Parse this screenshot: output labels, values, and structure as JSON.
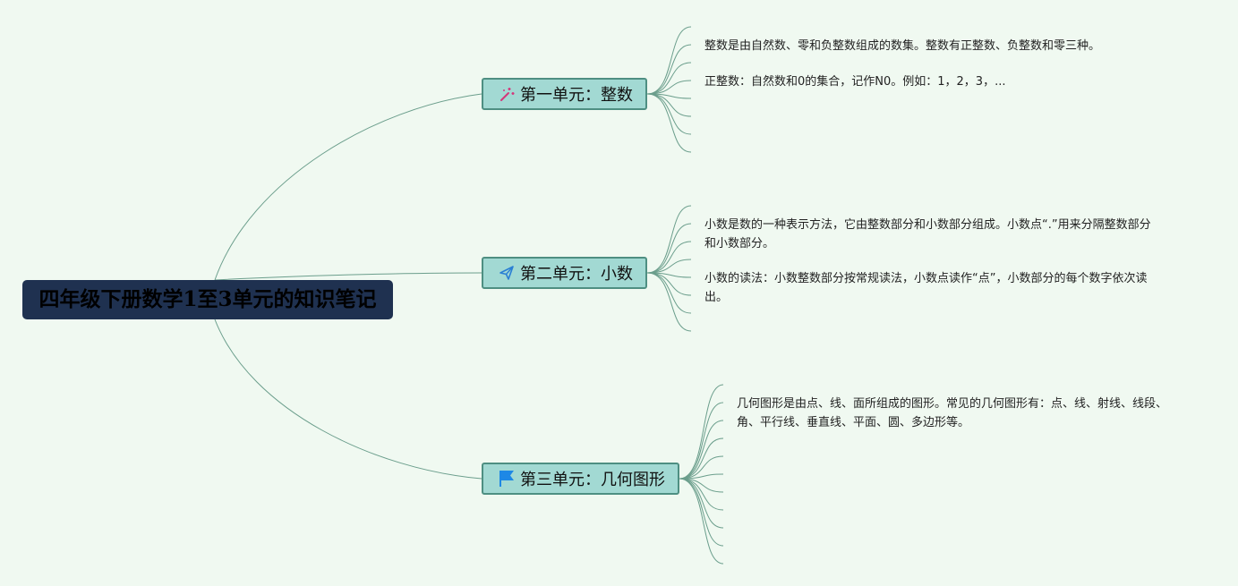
{
  "root": {
    "title": "四年级下册数学1至3单元的知识笔记"
  },
  "topics": [
    {
      "icon": "magic-wand-icon",
      "label": "第一单元：整数",
      "notes": [
        "整数是由自然数、零和负整数组成的数集。整数有正整数、负整数和零三种。",
        "正整数：自然数和0的集合，记作N0。例如：1，2，3，..."
      ]
    },
    {
      "icon": "paper-plane-icon",
      "label": "第二单元：小数",
      "notes": [
        "小数是数的一种表示方法，它由整数部分和小数部分组成。小数点“.”用来分隔整数部分和小数部分。",
        "小数的读法：小数整数部分按常规读法，小数点读作“点”，小数部分的每个数字依次读出。"
      ]
    },
    {
      "icon": "flag-icon",
      "label": "第三单元：几何图形",
      "notes": [
        "几何图形是由点、线、面所组成的图形。常见的几何图形有：点、线、射线、线段、角、平行线、垂直线、平面、圆、多边形等。"
      ]
    }
  ],
  "colors": {
    "background": "#f0f9f1",
    "root_fill": "#1f3150",
    "topic_fill": "#a2d9d3",
    "topic_border": "#4e8f82",
    "connector": "#6b9e8c"
  }
}
